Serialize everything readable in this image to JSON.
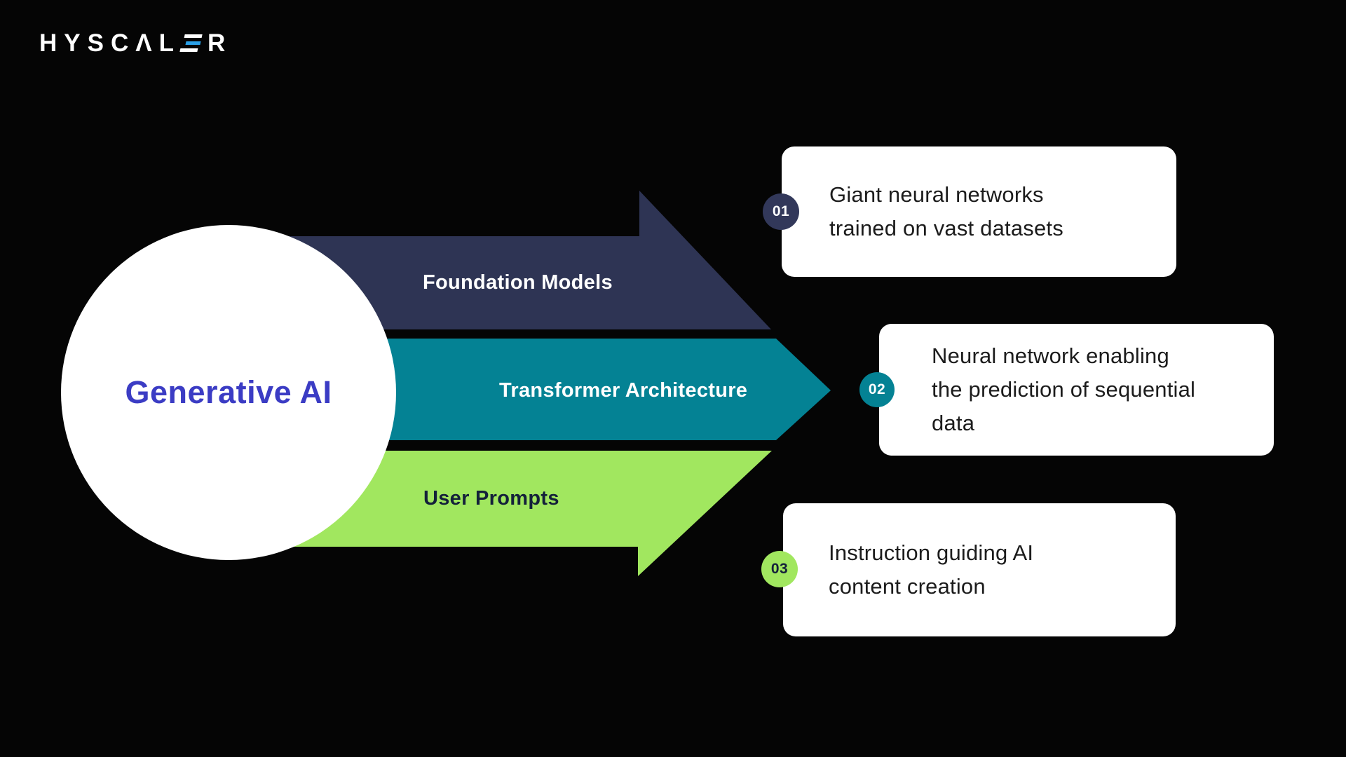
{
  "background": "#050505",
  "logo": {
    "brand_text": "HYSCALER",
    "text_left": "HYSCΛL",
    "text_right": "R",
    "accent_bar_color": "#2aa0e8"
  },
  "hub": {
    "label": "Generative AI",
    "text_color": "#3b3cc4",
    "circle_color": "#ffffff"
  },
  "steps": [
    {
      "number": "01",
      "arrow_label": "Foundation Models",
      "arrow_color": "#2e3454",
      "label_color": "#ffffff",
      "badge_color": "#32385a",
      "badge_text_color": "#ffffff",
      "card_lines": [
        "Giant neural networks",
        "trained on vast datasets"
      ]
    },
    {
      "number": "02",
      "arrow_label": "Transformer Architecture",
      "arrow_color": "#048294",
      "label_color": "#ffffff",
      "badge_color": "#048294",
      "badge_text_color": "#ffffff",
      "card_lines": [
        "Neural network enabling",
        "the prediction of sequential",
        "data"
      ]
    },
    {
      "number": "03",
      "arrow_label": "User Prompts",
      "arrow_color": "#a1e75f",
      "label_color": "#14213a",
      "badge_color": "#a1e75f",
      "badge_text_color": "#14213a",
      "card_lines": [
        "Instruction guiding AI",
        "content creation"
      ]
    }
  ],
  "cards": {
    "bg": "#ffffff",
    "text_color": "#1c1c1c"
  }
}
